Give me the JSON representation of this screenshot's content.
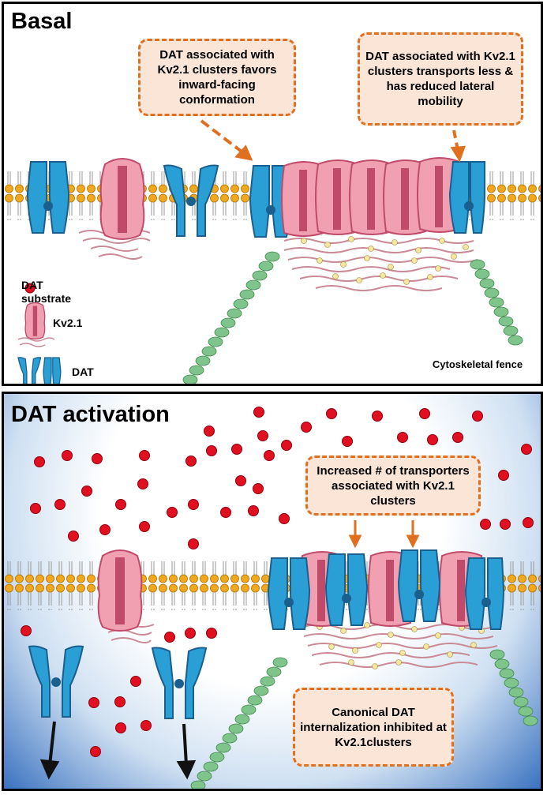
{
  "panels": {
    "basal": {
      "title": "Basal",
      "callout_inward": "DAT associated with Kv2.1 clusters favors inward-facing conformation",
      "callout_transport": "DAT associated with Kv2.1 clusters transports less & has reduced lateral mobility",
      "fence_label": "Cytoskeletal fence"
    },
    "activation": {
      "title": "DAT activation",
      "callout_increase": "Increased # of transporters associated with Kv2.1 clusters",
      "callout_internalization": "Canonical DAT internalization inhibited at Kv2.1clusters"
    }
  },
  "legend": {
    "substrate": "DAT substrate",
    "kv21": "Kv2.1",
    "dat": "DAT"
  },
  "colors": {
    "dat_blue": "#2a9fd6",
    "dat_dark": "#1b5f8f",
    "kv_pink": "#f0a0b0",
    "kv_dark": "#c04a6a",
    "lipid_head": "#f2a81d",
    "substrate_red": "#e01020",
    "fence_green": "#7fc48a",
    "callout_border": "#e07020",
    "callout_fill": "#fbe5d6"
  }
}
